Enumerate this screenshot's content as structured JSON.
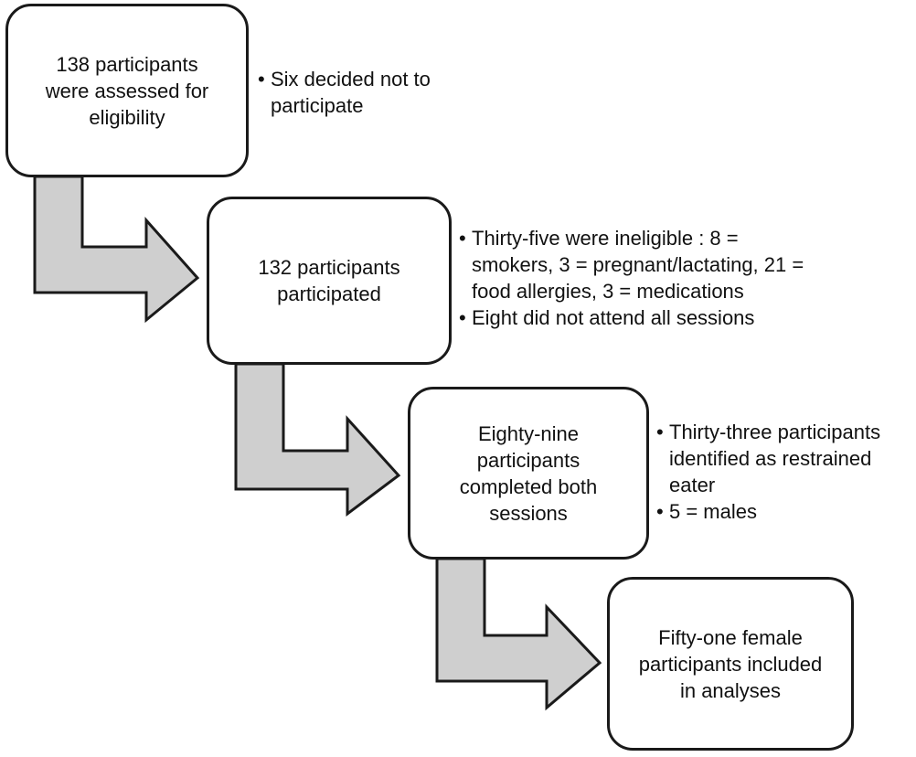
{
  "stages": [
    {
      "text": "138 participants\nwere assessed for\neligibility",
      "notes": [
        "Six decided not to participate"
      ]
    },
    {
      "text": "132 participants\nparticipated",
      "notes": [
        "Thirty-five were ineligible : 8 = smokers, 3 = pregnant/lactating, 21 = food allergies, 3 = medications",
        "Eight did not attend all sessions"
      ]
    },
    {
      "text": "Eighty-nine\nparticipants\ncompleted both\nsessions",
      "notes": [
        "Thirty-three participants identified as restrained eater",
        "5 = males"
      ]
    },
    {
      "text": "Fifty-one female\nparticipants included\nin analyses",
      "notes": []
    }
  ],
  "colors": {
    "arrow_fill": "#cfcfcf",
    "stroke": "#1a1a1a",
    "box_fill": "#ffffff"
  }
}
